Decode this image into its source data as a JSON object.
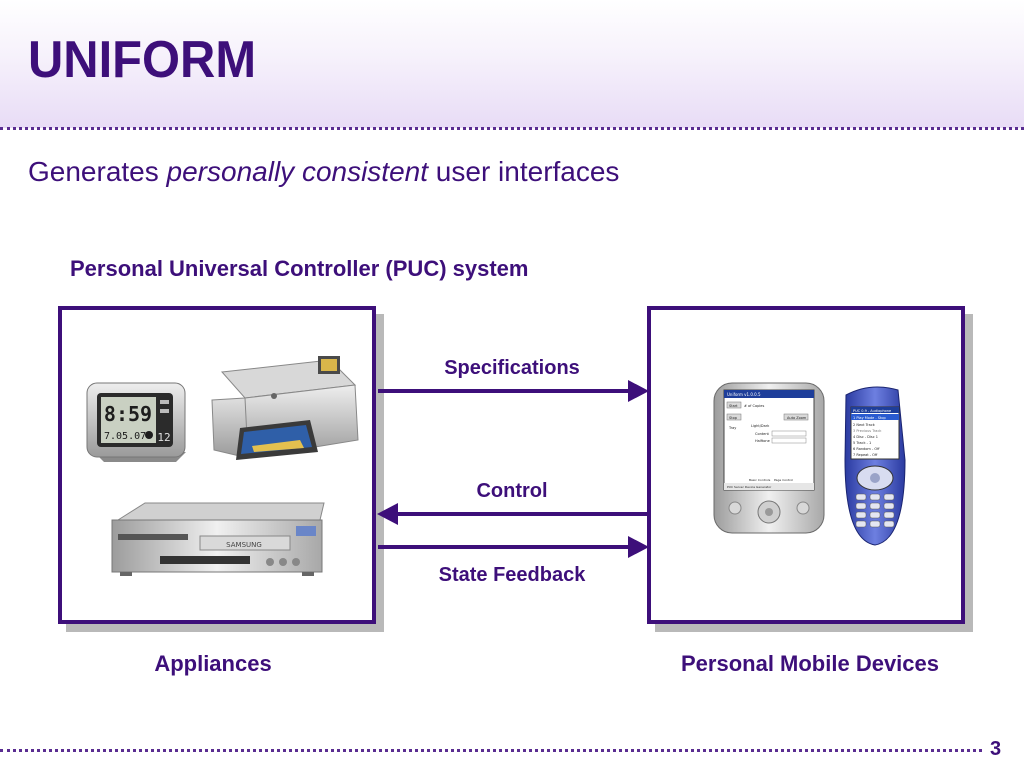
{
  "slide": {
    "title": "UNIFORM",
    "subtitle": {
      "before": "Generates ",
      "emphasis": "personally consistent",
      "after": " user interfaces"
    },
    "page_number": "3"
  },
  "diagram": {
    "system_label": "Personal Universal Controller (PUC) system",
    "left_box": {
      "caption": "Appliances",
      "items": [
        "alarm-clock",
        "printer",
        "dvd-vcr-player"
      ]
    },
    "right_box": {
      "caption": "Personal Mobile Devices",
      "items": [
        "pda",
        "mobile-phone"
      ]
    },
    "arrows": [
      {
        "label": "Specifications",
        "direction": "to-devices"
      },
      {
        "label": "Control",
        "direction": "to-appliances"
      },
      {
        "label": "State Feedback",
        "direction": "to-devices"
      }
    ],
    "clock_display": {
      "time": "8:59",
      "date": "7.05.07",
      "secondary": "12"
    },
    "vcr_brand": "SAMSUNG",
    "pda_screen": {
      "title_bar": "Uniform v1.0.0.5",
      "rows": [
        "# of Copies",
        "Auto Zoom",
        "Light/Dark",
        "Content",
        "Halftone"
      ],
      "buttons": [
        "Start",
        "Stop",
        "Tray"
      ],
      "tabs": [
        "Basic Controls",
        "Page Control"
      ],
      "status": "PUC Server Device Generator"
    },
    "phone_screen": {
      "title_bar": "PUC 0.9 - Audiophone",
      "items": [
        "1 Play Mode - Stop",
        "2 Next Track",
        "3 Previous Track",
        "4 Disc - Disc 1",
        "5 Track - 1",
        "6 Random - Off",
        "7 Repeat - Off"
      ]
    }
  },
  "colors": {
    "accent": "#3d0f7a",
    "dotted_rule": "#5a2d91",
    "panel_shadow": "#b9b9b9"
  }
}
